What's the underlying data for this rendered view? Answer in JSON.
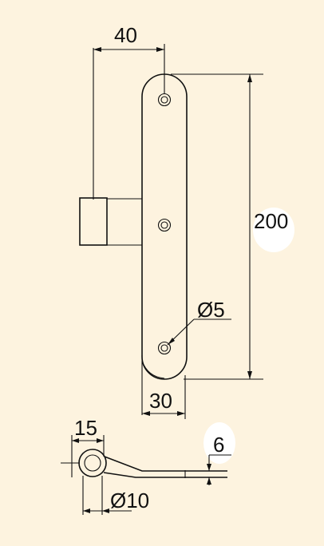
{
  "drawing": {
    "background_color": "#fdf3df",
    "line_color": "#111111",
    "label_halo_color": "#ffffff"
  },
  "dimensions": {
    "top_width": "40",
    "height": "200",
    "hole_diameter": "Ø5",
    "bottom_width": "30",
    "knuckle_width": "15",
    "thickness": "6",
    "knuckle_diameter": "Ø10"
  }
}
